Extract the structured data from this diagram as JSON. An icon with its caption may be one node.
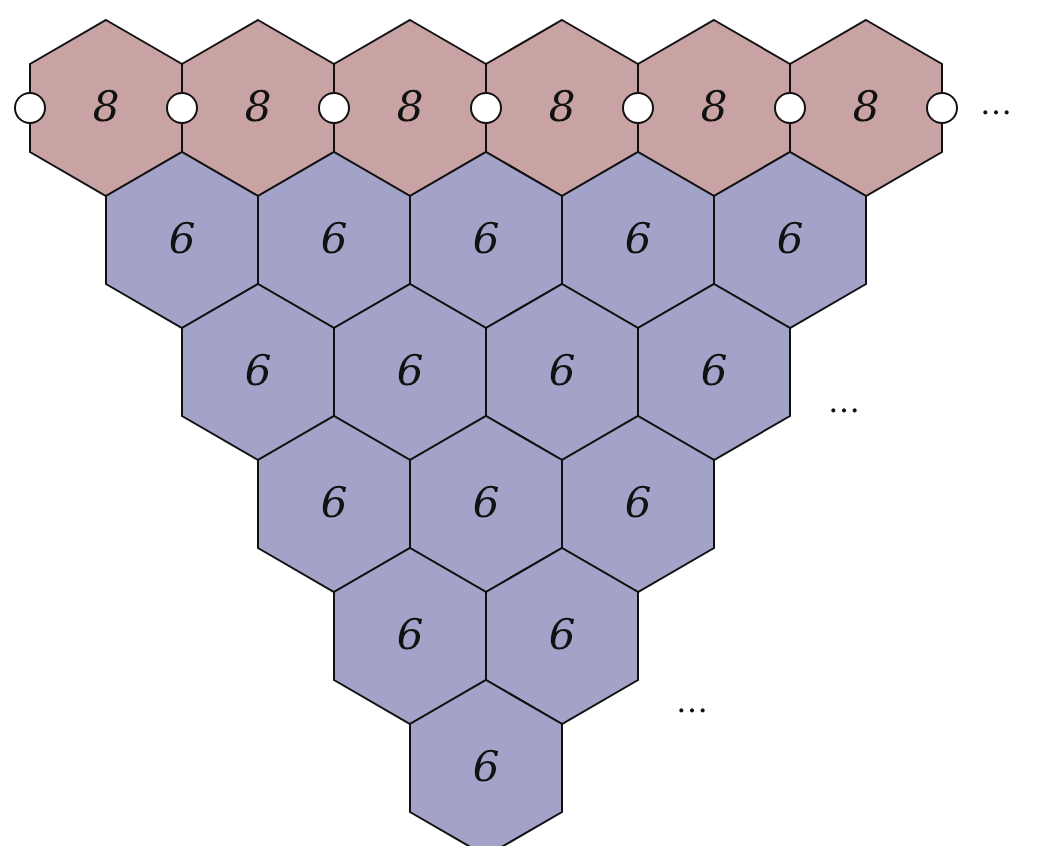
{
  "diagram": {
    "nodes": [
      {
        "text": [
          "8"
        ]
      },
      {
        "text": [
          "8"
        ]
      },
      {
        "text": [
          "8"
        ]
      },
      {
        "text": [
          "8"
        ]
      },
      {
        "text": [
          "8"
        ]
      },
      {
        "text": [
          "8"
        ]
      },
      {
        "text": [
          "6"
        ]
      },
      {
        "text": [
          "6"
        ]
      },
      {
        "text": [
          "6"
        ]
      },
      {
        "text": [
          "6"
        ]
      },
      {
        "text": [
          "6"
        ]
      },
      {
        "text": [
          "6"
        ]
      },
      {
        "text": [
          "6"
        ]
      },
      {
        "text": [
          "6"
        ]
      },
      {
        "text": [
          "6"
        ]
      },
      {
        "text": [
          "6"
        ]
      },
      {
        "text": [
          "6"
        ]
      },
      {
        "text": [
          "6"
        ]
      },
      {
        "text": [
          "6"
        ]
      },
      {
        "text": [
          "6"
        ]
      },
      {
        "text": [
          "6"
        ]
      }
    ],
    "labels": [
      "…",
      "…",
      "…"
    ]
  }
}
